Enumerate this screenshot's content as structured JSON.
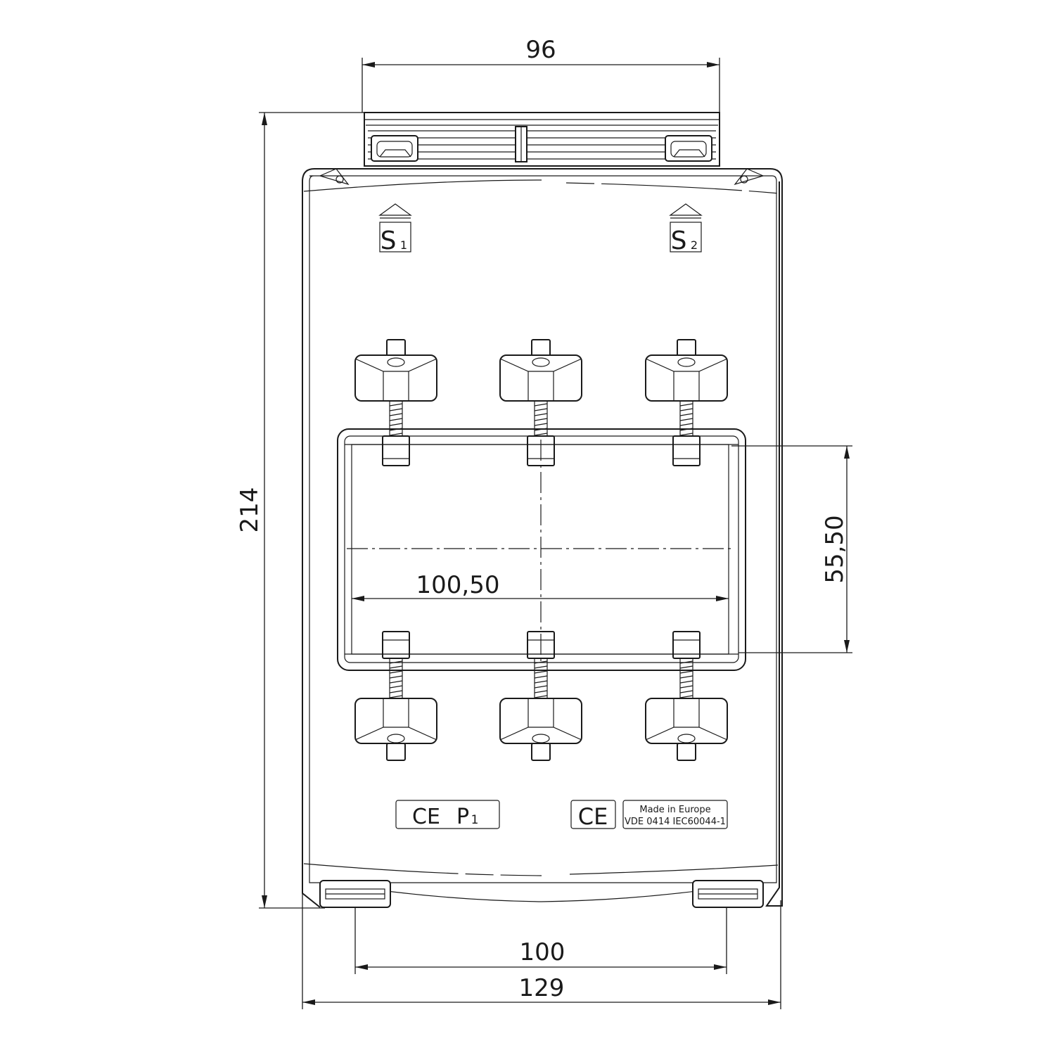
{
  "dimensions": {
    "top_width": "96",
    "overall_height": "214",
    "window_width": "100,50",
    "window_height": "55,50",
    "base_width": "100",
    "overall_width": "129"
  },
  "markings": {
    "s1_letter": "S",
    "s1_index": "1",
    "s2_letter": "S",
    "s2_index": "2",
    "ce_mark": "CE",
    "p1_letter": "P",
    "p1_index": "1",
    "ce_mark_large": "CE",
    "made_in": "Made in Europe",
    "standard": "VDE 0414 IEC60044-1"
  }
}
